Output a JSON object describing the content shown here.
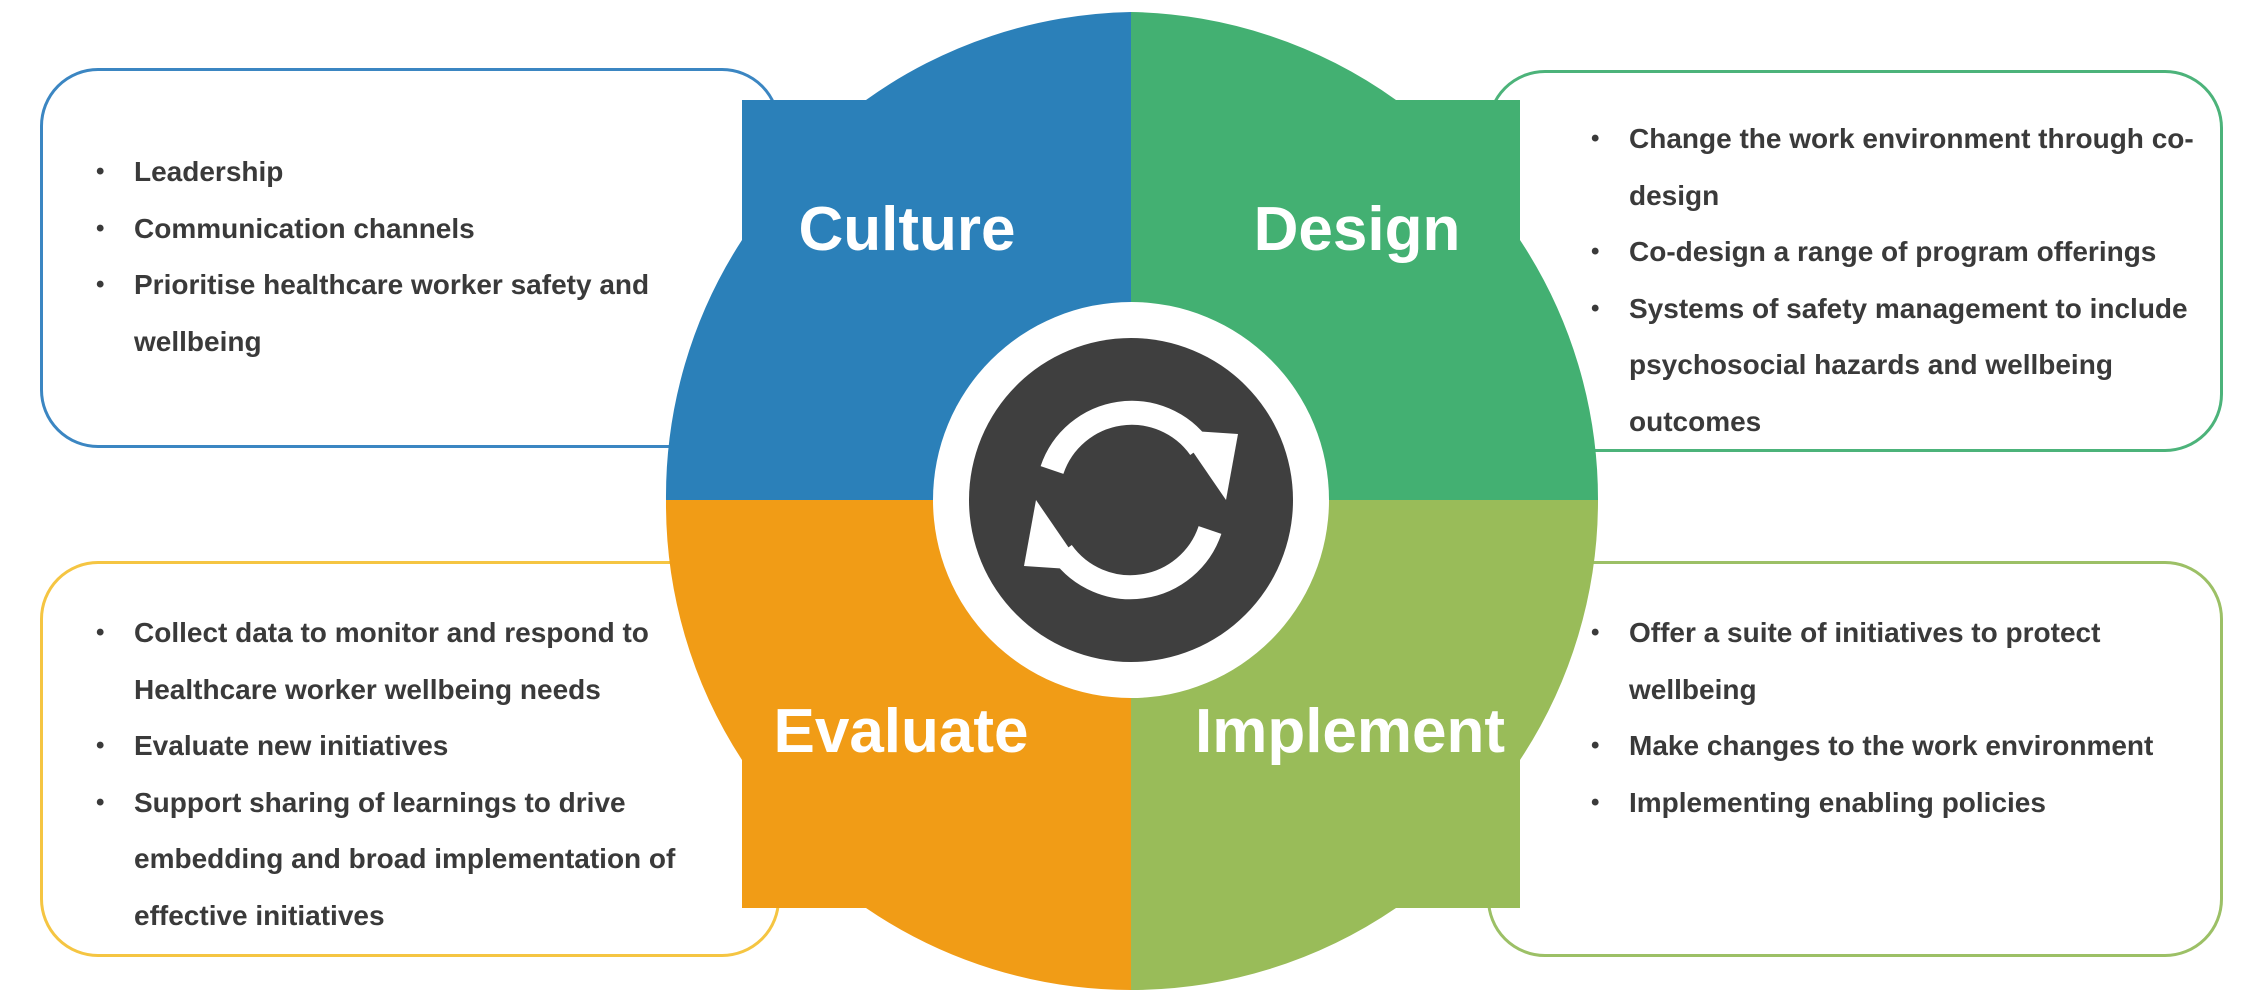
{
  "quadrants": {
    "culture": {
      "title": "Culture",
      "color": "#2b80b9",
      "items": [
        "Leadership",
        "Communication channels",
        "Prioritise healthcare worker safety and wellbeing"
      ]
    },
    "design": {
      "title": "Design",
      "color": "#43b072",
      "items": [
        "Change the work environment through co-design",
        "Co-design a range of program offerings",
        "Systems of safety management to include psychosocial hazards and wellbeing outcomes"
      ]
    },
    "evaluate": {
      "title": "Evaluate",
      "color": "#f19c16",
      "items": [
        "Collect data to monitor and respond to Healthcare worker wellbeing needs",
        "Evaluate new initiatives",
        "Support sharing of learnings to drive embedding and broad implementation of effective initiatives"
      ]
    },
    "implement": {
      "title": "Implement",
      "color": "#99bc59",
      "items": [
        "Offer a suite of initiatives to protect wellbeing",
        "Make changes to the work environment",
        "Implementing enabling policies"
      ]
    }
  },
  "center": {
    "icon": "refresh-cycle-icon",
    "color": "#3f3f3f"
  },
  "box_borders": {
    "culture": "#3b86c2",
    "design": "#4cb37a",
    "evaluate": "#f5c542",
    "implement": "#9cc066"
  }
}
